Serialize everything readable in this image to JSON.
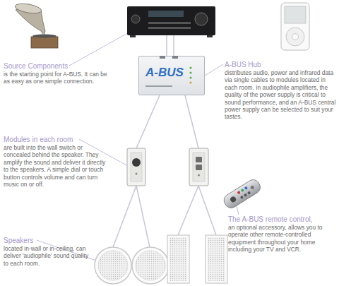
{
  "diagram": {
    "nodes": [
      {
        "text": [
          "A-BUS"
        ]
      }
    ],
    "labels": [
      "Source Components",
      "is the starting point for A-BUS. It can be as easy as one simple connection.",
      "A-BUS Hub",
      "distributes audio, power and infrared data via single cables to modules located in each room. In audiophile amplifiers, the quality of the power supply is critical to sound performance, and an A-BUS central power supply can be selected to suit your tastes.",
      "Modules in each room",
      "are built into the wall switch or concealed behind the speaker. They amplify the sound and deliver it directly to the speakers. A simple dial or touch button controls volume and can turn music on or off.",
      "The A-BUS remote control,",
      "an optional accessory, allows you to operate other remote-controlled equipment throughout your home including your TV and VCR.",
      "Speakers",
      "located in-wall or in-ceiling, can deliver 'audiophile' sound quality to each room."
    ]
  }
}
